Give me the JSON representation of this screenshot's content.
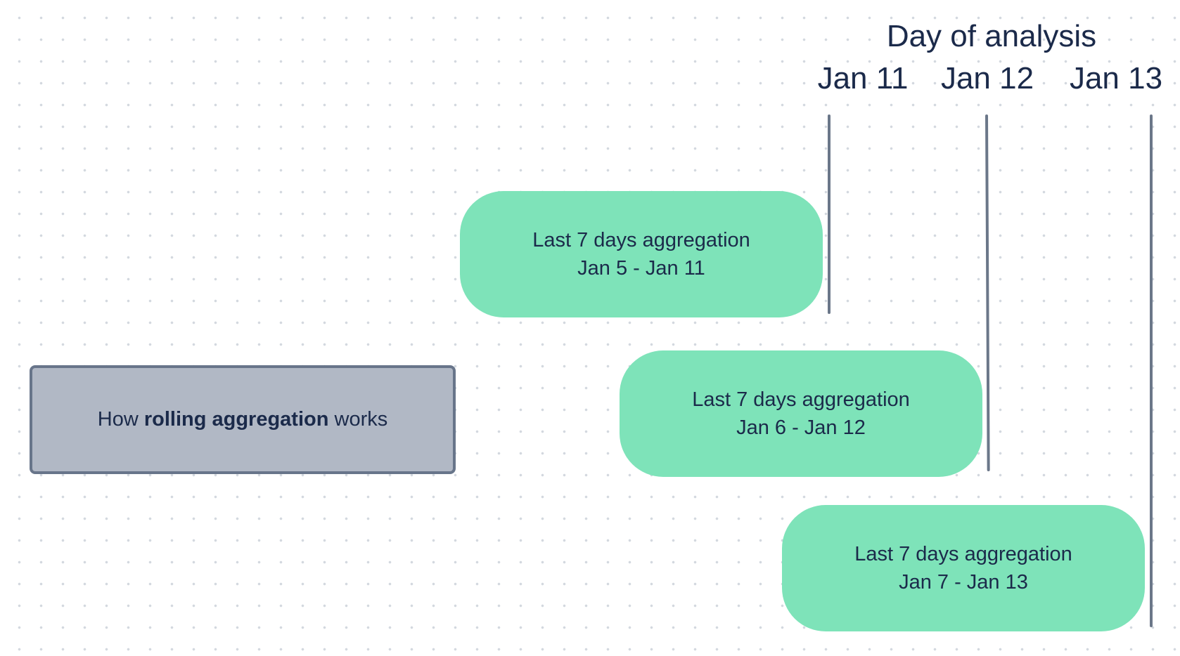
{
  "header": {
    "title": "Day of analysis",
    "days": [
      "Jan 11",
      "Jan 12",
      "Jan 13"
    ]
  },
  "title_card": {
    "prefix": "How ",
    "emphasis": "rolling aggregation",
    "suffix": " works"
  },
  "windows": [
    {
      "label": "Last 7 days aggregation",
      "range": "Jan 5 - Jan 11"
    },
    {
      "label": "Last 7 days aggregation",
      "range": "Jan 6 - Jan 12"
    },
    {
      "label": "Last 7 days aggregation",
      "range": "Jan 7 - Jan 13"
    }
  ],
  "colors": {
    "window_fill": "#7ee3b9",
    "card_fill": "#b1b8c5",
    "card_border": "#68758a",
    "line": "#6b7789",
    "text": "#1b2a4a"
  }
}
